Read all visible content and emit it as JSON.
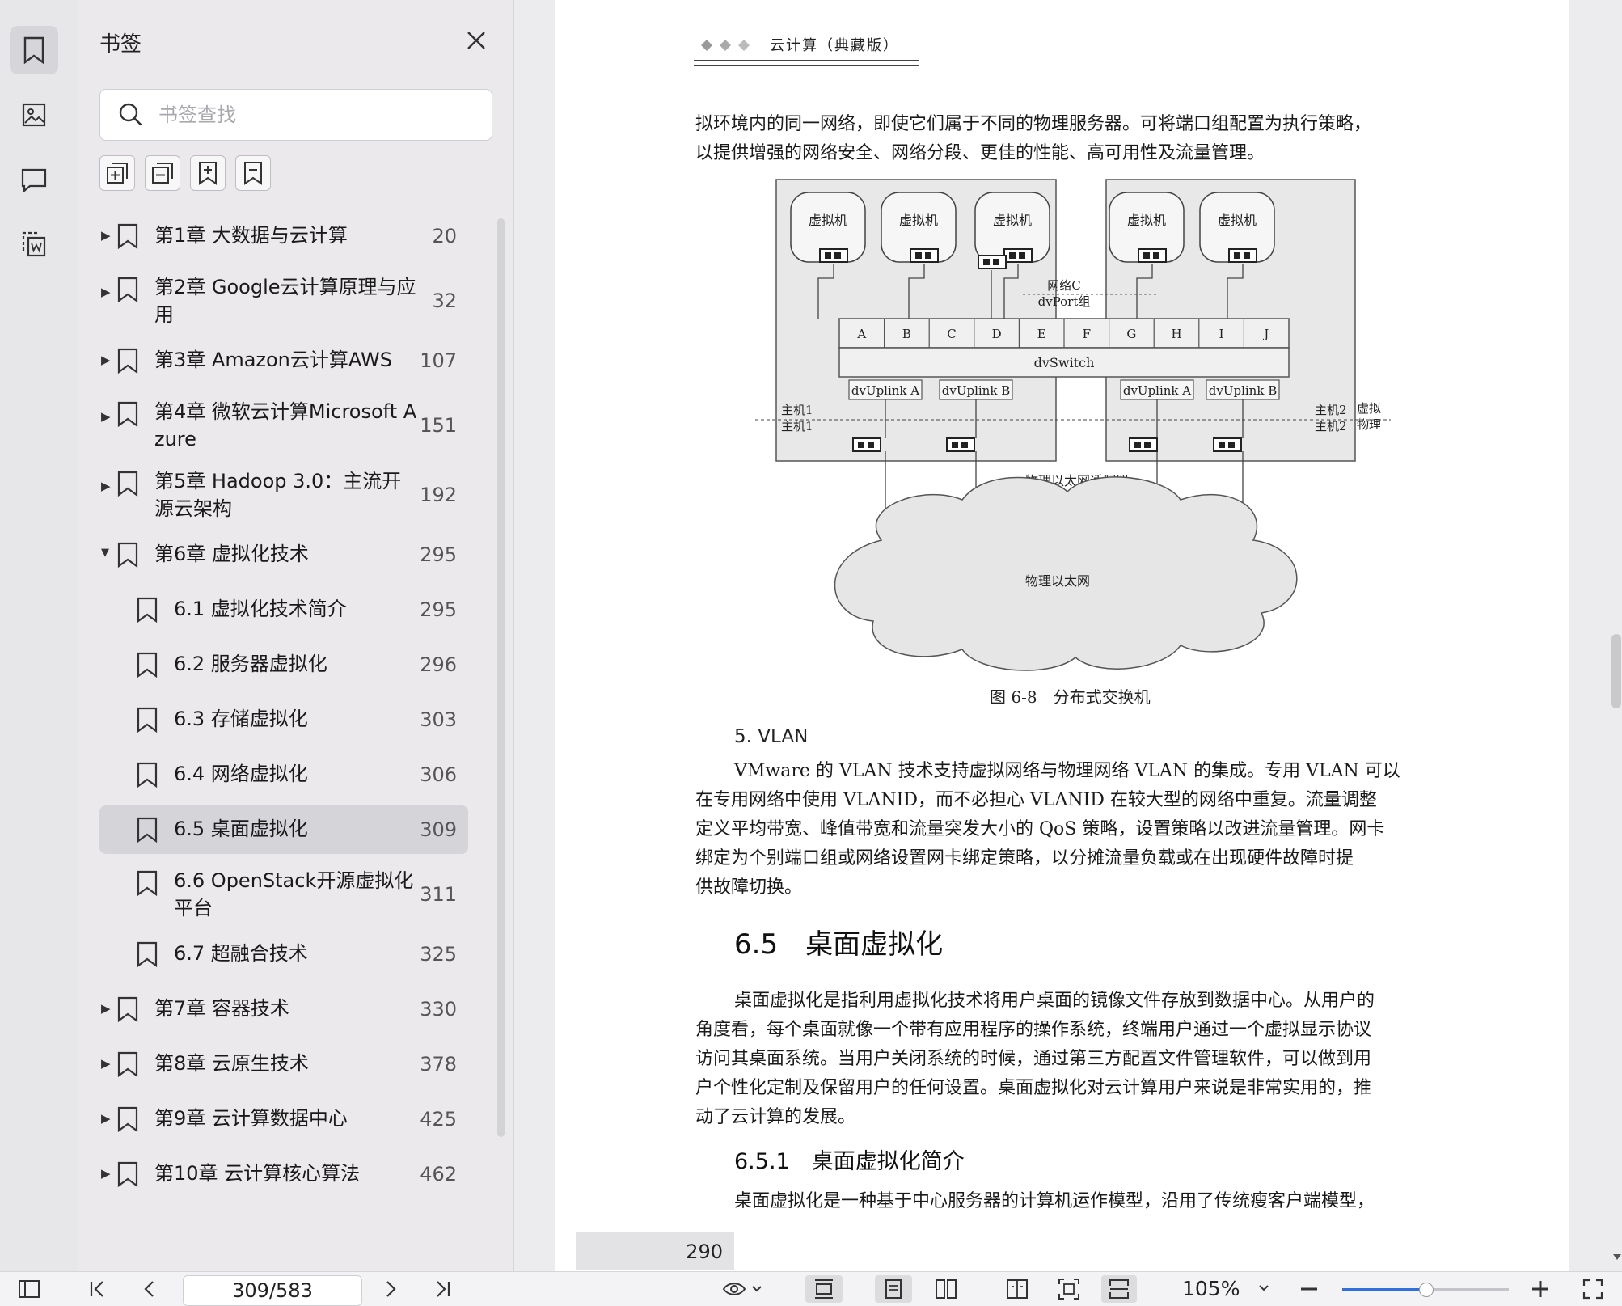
{
  "sidebar": {
    "title": "书签",
    "search_placeholder": "书签查找",
    "items": [
      {
        "label": "第1章 大数据与云计算",
        "page": "20",
        "expandable": true,
        "expanded": false,
        "level": 0
      },
      {
        "label": "第2章 Google云计算原理与应用",
        "label_l1": "第2章 Google云计算原理与应",
        "label_l2": "用",
        "page": "32",
        "expandable": true,
        "expanded": false,
        "level": 0
      },
      {
        "label": "第3章 Amazon云计算AWS",
        "page": "107",
        "expandable": true,
        "expanded": false,
        "level": 0
      },
      {
        "label": "第4章 微软云计算Microsoft Azure",
        "label_l1": "第4章 微软云计算Microsoft A",
        "label_l2": "zure",
        "page": "151",
        "expandable": true,
        "expanded": false,
        "level": 0
      },
      {
        "label": "第5章 Hadoop 3.0：主流开源云架构",
        "label_l1": "第5章 Hadoop 3.0：主流开",
        "label_l2": "源云架构",
        "page": "192",
        "expandable": true,
        "expanded": false,
        "level": 0
      },
      {
        "label": "第6章 虚拟化技术",
        "page": "295",
        "expandable": true,
        "expanded": true,
        "level": 0
      },
      {
        "label": "6.1 虚拟化技术简介",
        "page": "295",
        "level": 1
      },
      {
        "label": "6.2 服务器虚拟化",
        "page": "296",
        "level": 1
      },
      {
        "label": "6.3 存储虚拟化",
        "page": "303",
        "level": 1
      },
      {
        "label": "6.4 网络虚拟化",
        "page": "306",
        "level": 1
      },
      {
        "label": "6.5 桌面虚拟化",
        "page": "309",
        "level": 1,
        "selected": true
      },
      {
        "label": "6.6 OpenStack开源虚拟化平台",
        "label_l1": "6.6 OpenStack开源虚拟化",
        "label_l2": "平台",
        "page": "311",
        "level": 1
      },
      {
        "label": "6.7 超融合技术",
        "page": "325",
        "level": 1
      },
      {
        "label": "第7章 容器技术",
        "page": "330",
        "expandable": true,
        "expanded": false,
        "level": 0
      },
      {
        "label": "第8章 云原生技术",
        "page": "378",
        "expandable": true,
        "expanded": false,
        "level": 0
      },
      {
        "label": "第9章 云计算数据中心",
        "page": "425",
        "expandable": true,
        "expanded": false,
        "level": 0
      },
      {
        "label": "第10章 云计算核心算法",
        "page": "462",
        "expandable": true,
        "expanded": false,
        "level": 0
      }
    ]
  },
  "document": {
    "running_header": "云计算（典藏版）",
    "intro_lines": [
      "拟环境内的同一网络，即使它们属于不同的物理服务器。可将端口组配置为执行策略，",
      "以提供增强的网络安全、网络分段、更佳的性能、高可用性及流量管理。"
    ],
    "figure": {
      "caption": "图 6-8　分布式交换机",
      "vm_label": "虚拟机",
      "network_c": "网络C",
      "dvportgroup": "dvPort组",
      "ports": [
        "A",
        "B",
        "C",
        "D",
        "E",
        "F",
        "G",
        "H",
        "I",
        "J"
      ],
      "dvswitch": "dvSwitch",
      "uplinks": [
        "dvUplink A",
        "dvUplink B",
        "dvUplink A",
        "dvUplink B"
      ],
      "host1": "主机1",
      "host2": "主机2",
      "virtual": "虚拟",
      "physical": "物理",
      "adapter_label": "物理以太网适配器",
      "cloud_label": "物理以太网"
    },
    "vlan_heading": "5. VLAN",
    "vlan_lines": [
      "VMware 的 VLAN 技术支持虚拟网络与物理网络 VLAN 的集成。专用 VLAN 可以",
      "在专用网络中使用 VLANID，而不必担心 VLANID 在较大型的网络中重复。流量调整",
      "定义平均带宽、峰值带宽和流量突发大小的 QoS 策略，设置策略以改进流量管理。网卡",
      "绑定为个别端口组或网络设置网卡绑定策略，以分摊流量负载或在出现硬件故障时提",
      "供故障切换。"
    ],
    "section_heading": "6.5　桌面虚拟化",
    "section_lines": [
      "桌面虚拟化是指利用虚拟化技术将用户桌面的镜像文件存放到数据中心。从用户的",
      "角度看，每个桌面就像一个带有应用程序的操作系统，终端用户通过一个虚拟显示协议",
      "访问其桌面系统。当用户关闭系统的时候，通过第三方配置文件管理软件，可以做到用",
      "户个性化定制及保留用户的任何设置。桌面虚拟化对云计算用户来说是非常实用的，推",
      "动了云计算的发展。"
    ],
    "subsection_heading": "6.5.1　桌面虚拟化简介",
    "subsection_lines": [
      "桌面虚拟化是一种基于中心服务器的计算机运作模型，沿用了传统瘦客户端模型，"
    ],
    "page_number": "290"
  },
  "toolbar": {
    "page_value": "309/583",
    "zoom": "105%",
    "zoom_level": 0.5,
    "accent": "#2f6fe0"
  }
}
